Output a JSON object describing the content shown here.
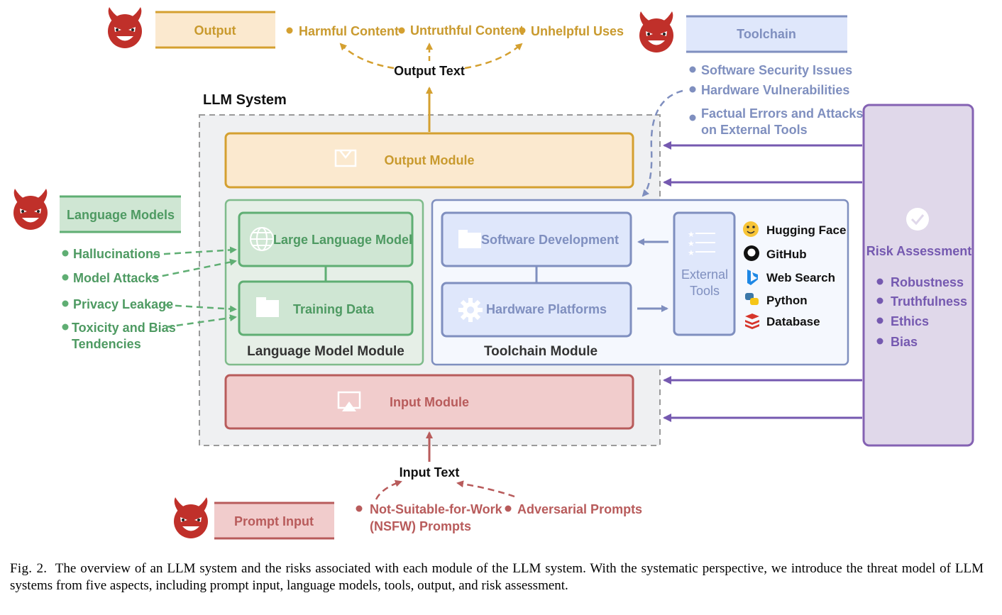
{
  "llm_system_title": "LLM System",
  "output": {
    "tag": "Output",
    "risks": [
      "Harmful Content",
      "Untruthful Content",
      "Unhelpful Uses"
    ],
    "flow_label": "Output Text"
  },
  "toolchain": {
    "tag": "Toolchain",
    "risks": [
      "Software Security Issues",
      "Hardware Vulnerabilities",
      "Factual Errors and Attacks",
      "on External Tools"
    ]
  },
  "language_models": {
    "tag": "Language Models",
    "risks": [
      "Hallucinations",
      "Model Attacks",
      "Privacy Leakage",
      "Toxicity and Bias",
      "Tendencies"
    ]
  },
  "prompt_input": {
    "tag": "Prompt Input",
    "risks": [
      "Not-Suitable-for-Work",
      "(NSFW) Prompts",
      "Adversarial Prompts"
    ],
    "flow_label": "Input Text"
  },
  "modules": {
    "output_module": "Output Module",
    "input_module": "Input Module",
    "large_language_model": "Large Language Model",
    "training_data": "Training Data",
    "language_model_module": "Language Model Module",
    "software_development": "Software Development",
    "hardware_platforms": "Hardware Platforms",
    "toolchain_module": "Toolchain Module",
    "external_tools": [
      "External",
      "Tools"
    ]
  },
  "tools": [
    "Hugging Face",
    "GitHub",
    "Web Search",
    "Python",
    "Database"
  ],
  "risk_assessment": {
    "title": "Risk Assessment",
    "items": [
      "Robustness",
      "Truthfulness",
      "Ethics",
      "Bias"
    ]
  },
  "caption": {
    "label": "Fig. 2.",
    "text": "The overview of an LLM system and the risks associated with each module of the LLM system. With the systematic perspective, we introduce the threat model of LLM systems from five aspects, including prompt input, language models, tools, output, and risk assessment."
  },
  "colors": {
    "output": "#d4a030",
    "toolchain": "#7f8fbf",
    "language": "#5fae73",
    "prompt": "#b85b5b",
    "risk": "#8462b3",
    "devil": "#c0302a"
  },
  "icons": [
    "devil-icon",
    "inbox-icon",
    "globe-icon",
    "folder-icon",
    "gear-icon",
    "list-icon",
    "monitor-icon",
    "check-circle-icon",
    "hugging-face-icon",
    "github-icon",
    "bing-icon",
    "python-icon",
    "database-icon"
  ]
}
